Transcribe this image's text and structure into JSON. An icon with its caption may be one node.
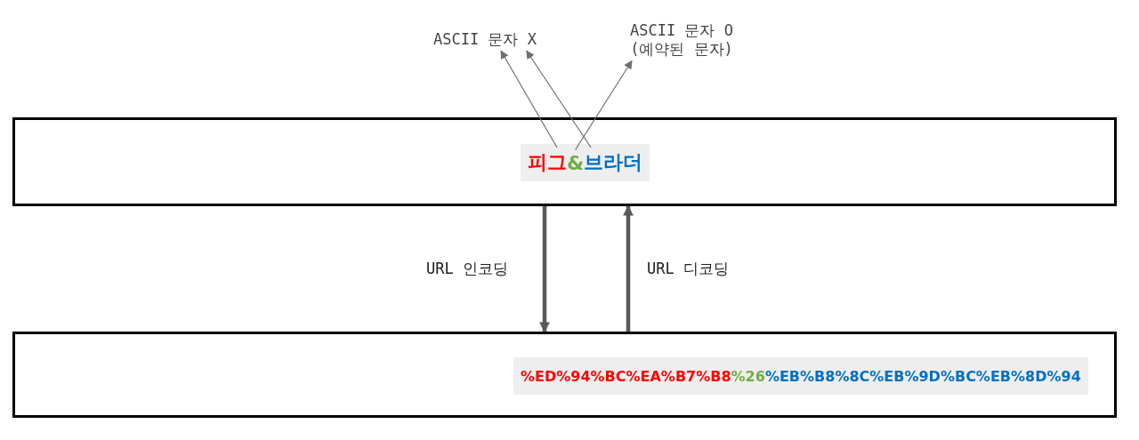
{
  "diagram": {
    "nodes": [
      {
        "text": [
          "ASCII 문자 X"
        ]
      },
      {
        "text": [
          "ASCII 문자 O (예약된 문자)"
        ]
      },
      {
        "text": [],
        "shape": "box"
      },
      {
        "text": [
          "피그"
        ],
        "in": 2
      },
      {
        "text": [
          "&"
        ],
        "in": 2
      },
      {
        "text": [
          "브라더"
        ],
        "in": 2
      },
      {
        "text": [],
        "shape": "box"
      },
      {
        "text": [
          "%ED%94%BC%EA%B7%B8"
        ],
        "in": 6
      },
      {
        "text": [
          "%26"
        ],
        "in": 6
      },
      {
        "text": [
          "%EB%B8%8C%EB%9D%BC%EB%8D%94"
        ],
        "in": 6
      }
    ],
    "edges": [
      {
        "from": 3,
        "to": 0,
        "arrow": "to"
      },
      {
        "from": 5,
        "to": 0,
        "arrow": "to"
      },
      {
        "from": 4,
        "to": 1,
        "arrow": "to"
      },
      {
        "from": 2,
        "to": 6,
        "arrow": "to",
        "label": "URL 인코딩",
        "style": "thick",
        "color": "#595959"
      },
      {
        "from": 6,
        "to": 2,
        "arrow": "to",
        "label": "URL 디코딩",
        "style": "thick",
        "color": "#595959"
      }
    ]
  }
}
